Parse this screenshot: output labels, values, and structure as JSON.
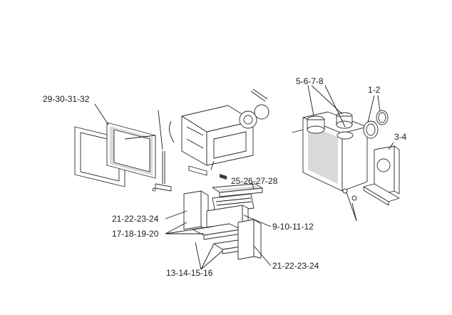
{
  "diagram": {
    "labels": {
      "door_frame": "29-30-31-32",
      "flue_collars": "5-6-7-8",
      "ring_adapters": "1-2",
      "bracket": "3-4",
      "grate_top": "25-26-27-28",
      "side_brick_left": "21-22-23-24",
      "rear_brick": "9-10-11-12",
      "hearth_bricks": "17-18-19-20",
      "bottom_bricks": "13-14-15-16",
      "side_brick_right": "21-22-23-24"
    }
  }
}
